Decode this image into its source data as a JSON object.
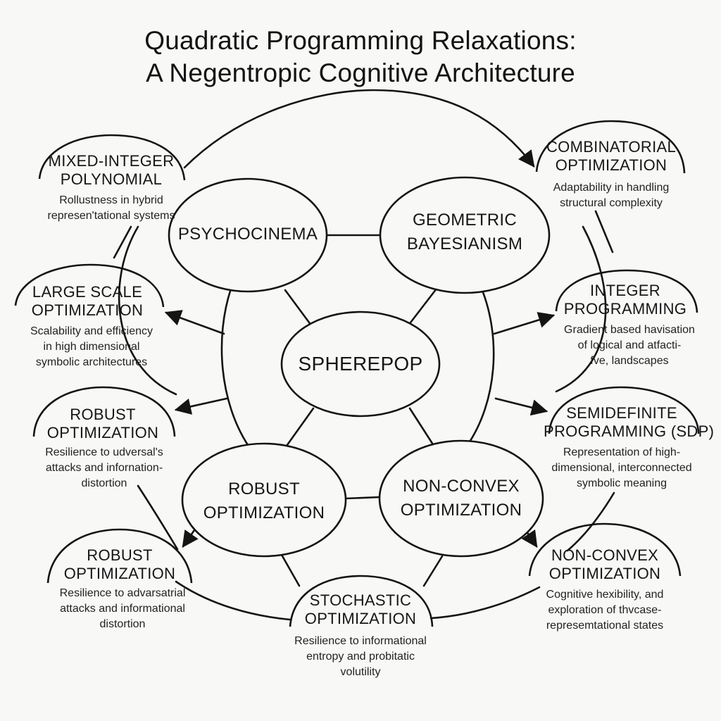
{
  "title": {
    "line1": "Quadratic Programming Relaxations:",
    "line2": "A Negentropic Cognitive Architecture"
  },
  "hub": {
    "label": "SPHEREPOP"
  },
  "core_nodes": [
    {
      "id": "psychocinema",
      "lines": [
        "PSYCHOCINEMA"
      ]
    },
    {
      "id": "geometric-bayesianism",
      "lines": [
        "GEOMETRIC",
        "BAYESIANISM"
      ]
    },
    {
      "id": "robust-optimization-core",
      "lines": [
        "ROBUST",
        "OPTIMIZATION"
      ]
    },
    {
      "id": "non-convex-optimization-core",
      "lines": [
        "NON-CONVEX",
        "OPTIMIZATION"
      ]
    }
  ],
  "outer_nodes": [
    {
      "id": "mixed-integer-polynomial",
      "title": [
        "MIXED-INTEGER",
        "POLYNOMIAL"
      ],
      "desc": [
        "Rollustness in hybrid",
        "represen'tational systems"
      ]
    },
    {
      "id": "combinatorial-optimization",
      "title": [
        "COMBINATORIAL",
        "OPTIMIZATION"
      ],
      "desc": [
        "Adaptability in handling",
        "structural complexity"
      ]
    },
    {
      "id": "large-scale-optimization",
      "title": [
        "LARGE SCALE",
        "OPTIMIZATION"
      ],
      "desc": [
        "Scalability and efficiency",
        "in high dimensional",
        "symbolic architectures"
      ]
    },
    {
      "id": "integer-programming",
      "title": [
        "INTEGER",
        "PROGRAMMING"
      ],
      "desc": [
        "Gradient based havisation",
        "of logical and atfacti-",
        "fve, landscapes"
      ]
    },
    {
      "id": "robust-optimization-upper",
      "title": [
        "ROBUST",
        "OPTIMIZATION"
      ],
      "desc": [
        "Resilience to udversal's",
        "attacks and infornation-",
        "distortion"
      ]
    },
    {
      "id": "semidefinite-programming",
      "title": [
        "SEMIDEFINITE",
        "PROGRAMMING (SDP)"
      ],
      "desc": [
        "Representation of high-",
        "dimensional, interconnected",
        "symbolic meaning"
      ]
    },
    {
      "id": "robust-optimization-lower",
      "title": [
        "ROBUST",
        "OPTIMIZATION"
      ],
      "desc": [
        "Resilience to advarsatrial",
        "attacks and informational",
        "distortion"
      ]
    },
    {
      "id": "non-convex-optimization-outer",
      "title": [
        "NON-CONVEX",
        "OPTIMIZATION"
      ],
      "desc": [
        "Cognitive hexibility, and",
        "exploration of thvcase-",
        "represemtational states"
      ]
    },
    {
      "id": "stochastic-optimization",
      "title": [
        "STOCHASTIC",
        "OPTIMIZATION"
      ],
      "desc": [
        "Resilience to informational",
        "entropy and probitatic",
        "volutility"
      ]
    }
  ]
}
